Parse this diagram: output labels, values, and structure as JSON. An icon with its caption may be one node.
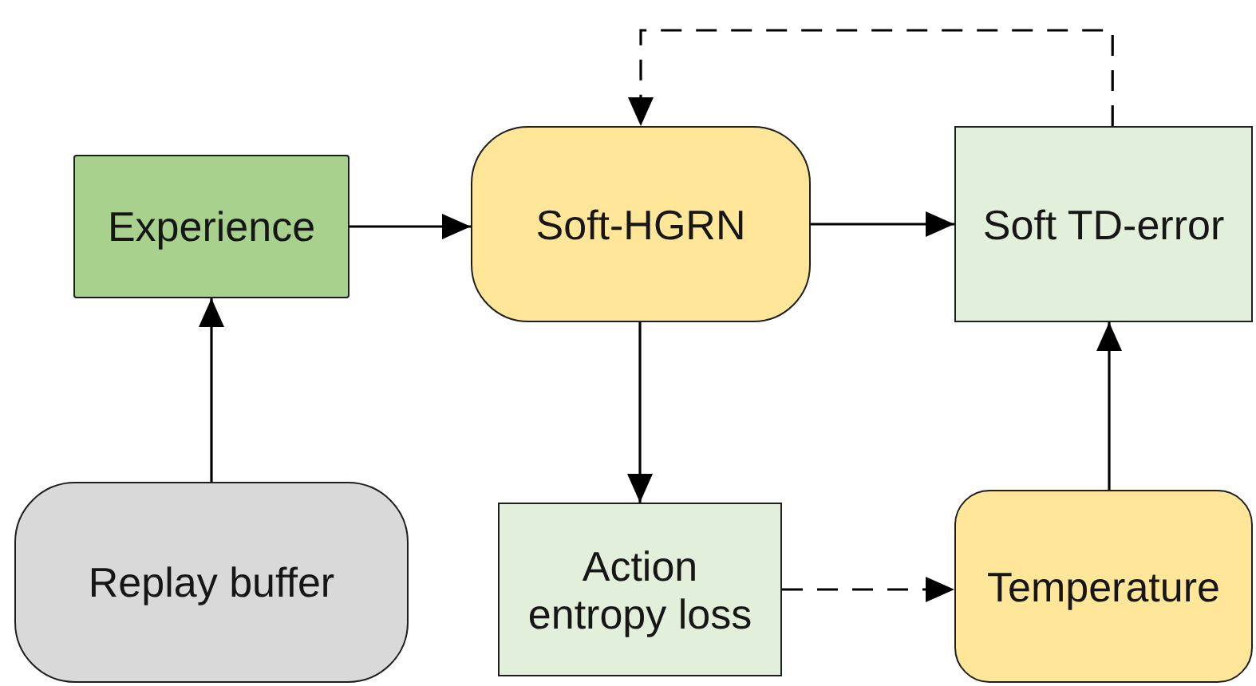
{
  "diagram": {
    "nodes": [
      {
        "text": [
          "Experience"
        ]
      },
      {
        "text": [
          "Soft-HGRN"
        ]
      },
      {
        "text": [
          "Soft TD-error"
        ]
      },
      {
        "text": [
          "Replay buffer"
        ]
      },
      {
        "text": [
          "Action entropy loss"
        ]
      },
      {
        "text": [
          "Temperature"
        ]
      }
    ],
    "edges": [
      {
        "from": 3,
        "to": 0,
        "arrow": "to"
      },
      {
        "from": 0,
        "to": 1,
        "arrow": "to"
      },
      {
        "from": 1,
        "to": 2,
        "arrow": "to"
      },
      {
        "from": 1,
        "to": 4,
        "arrow": "to"
      },
      {
        "from": 4,
        "to": 5,
        "arrow": "to",
        "style": "dashed"
      },
      {
        "from": 5,
        "to": 2,
        "arrow": "to"
      },
      {
        "from": 2,
        "to": 1,
        "arrow": "to",
        "style": "dashed"
      }
    ]
  }
}
